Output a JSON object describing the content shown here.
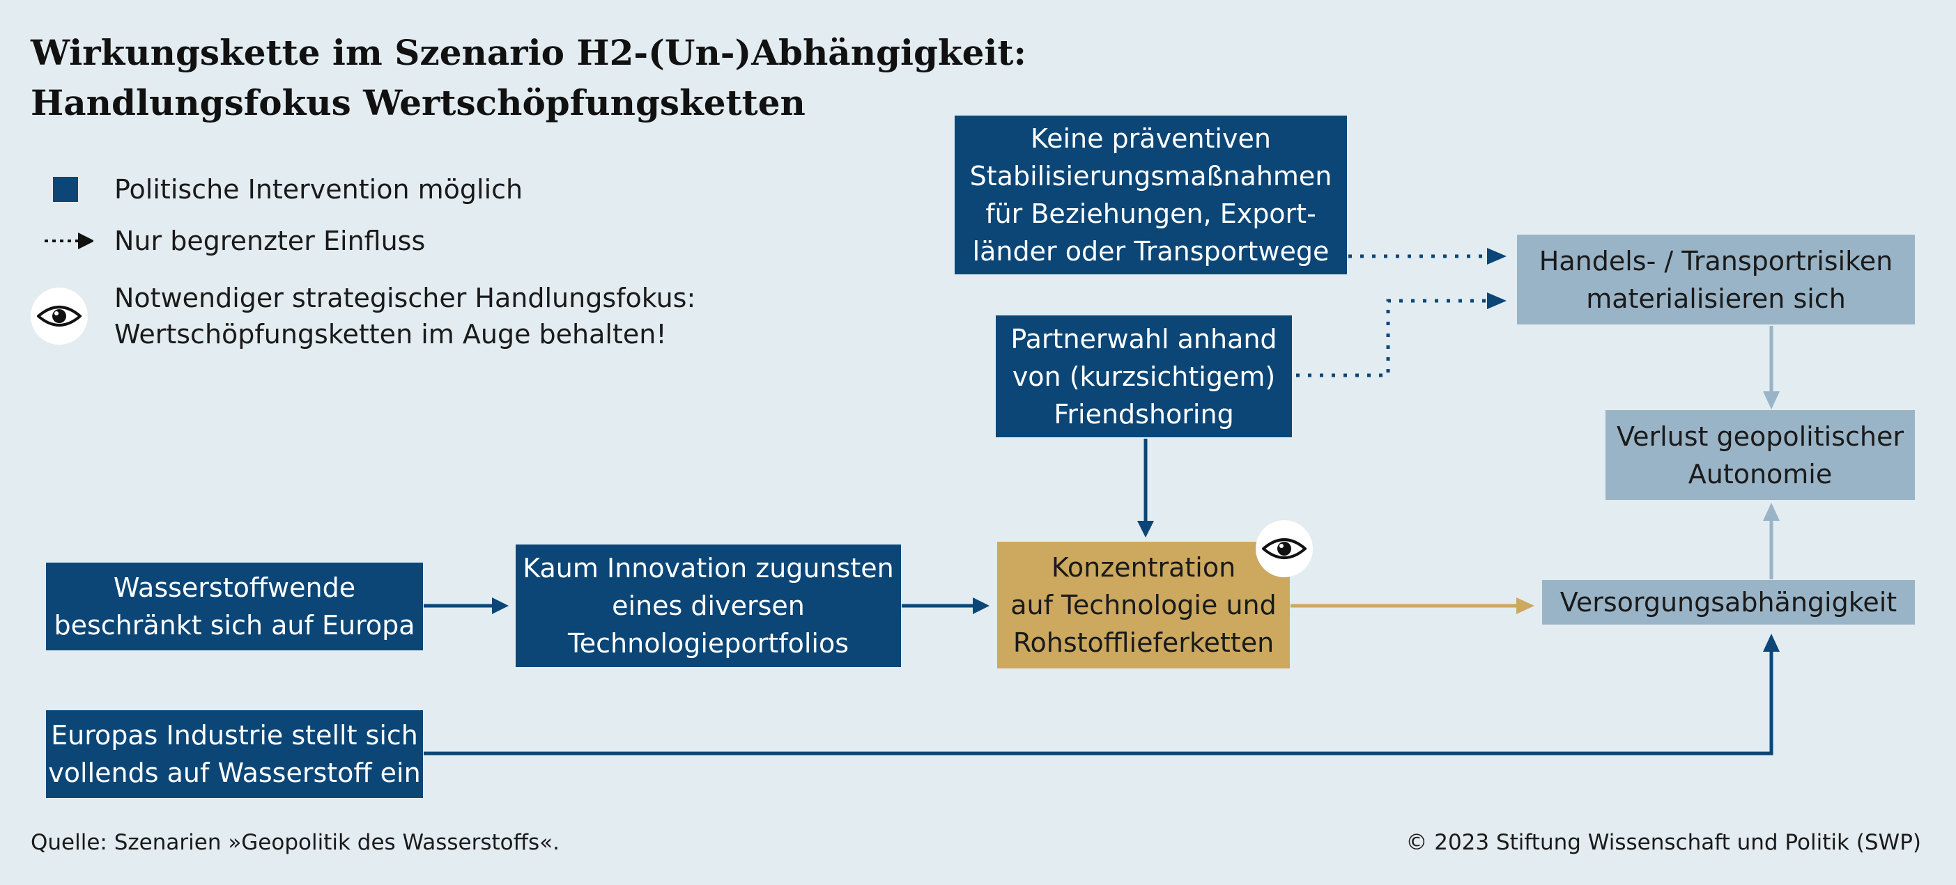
{
  "title": {
    "line1": "Wirkungskette im Szenario H2-(Un-)Abhängigkeit:",
    "line2": "Handlungsfokus Wertschöpfungsketten"
  },
  "legend": {
    "intervention": "Politische Intervention möglich",
    "limited": "Nur begrenzter Einfluss",
    "focus_line1": "Notwendiger strategischer Handlungsfokus:",
    "focus_line2": "Wertschöpfungsketten im Auge behalten!",
    "icons": {
      "intervention": "filled-square-icon",
      "limited": "dotted-arrow-icon",
      "focus": "eye-icon"
    }
  },
  "nodes": {
    "keine": [
      "Keine präventiven",
      "Stabilisierungsmaßnahmen",
      "für Beziehungen, Export-",
      "länder oder Transportwege"
    ],
    "handels": [
      "Handels- / Transportrisiken",
      "materialisieren sich"
    ],
    "partnerwahl": [
      "Partnerwahl anhand",
      "von (kurzsichtigem)",
      "Friendshoring"
    ],
    "verlust": [
      "Verlust geopolitischer",
      "Autonomie"
    ],
    "wasserstoffwende": [
      "Wasserstoffwende",
      "beschränkt sich auf Europa"
    ],
    "kaum": [
      "Kaum Innovation zugunsten",
      "eines diversen",
      "Technologieportfolios"
    ],
    "konzentration": [
      "Konzentration",
      "auf Technologie und",
      "Rohstofflieferketten"
    ],
    "versorgung": [
      "Versorgungsabhängigkeit"
    ],
    "industrie": [
      "Europas Industrie stellt sich",
      "vollends auf Wasserstoff ein"
    ]
  },
  "colors": {
    "background": "#e3ecf0",
    "intervention": "#0b4677",
    "focus": "#cca95f",
    "outcome": "#9ab4c7",
    "outcome_arrow": "#9ab4c7",
    "focus_arrow": "#cca95f"
  },
  "footer": {
    "source": "Quelle: Szenarien »Geopolitik des Wasserstoffs«.",
    "copyright": "© 2023 Stiftung Wissenschaft und Politik (SWP)"
  }
}
